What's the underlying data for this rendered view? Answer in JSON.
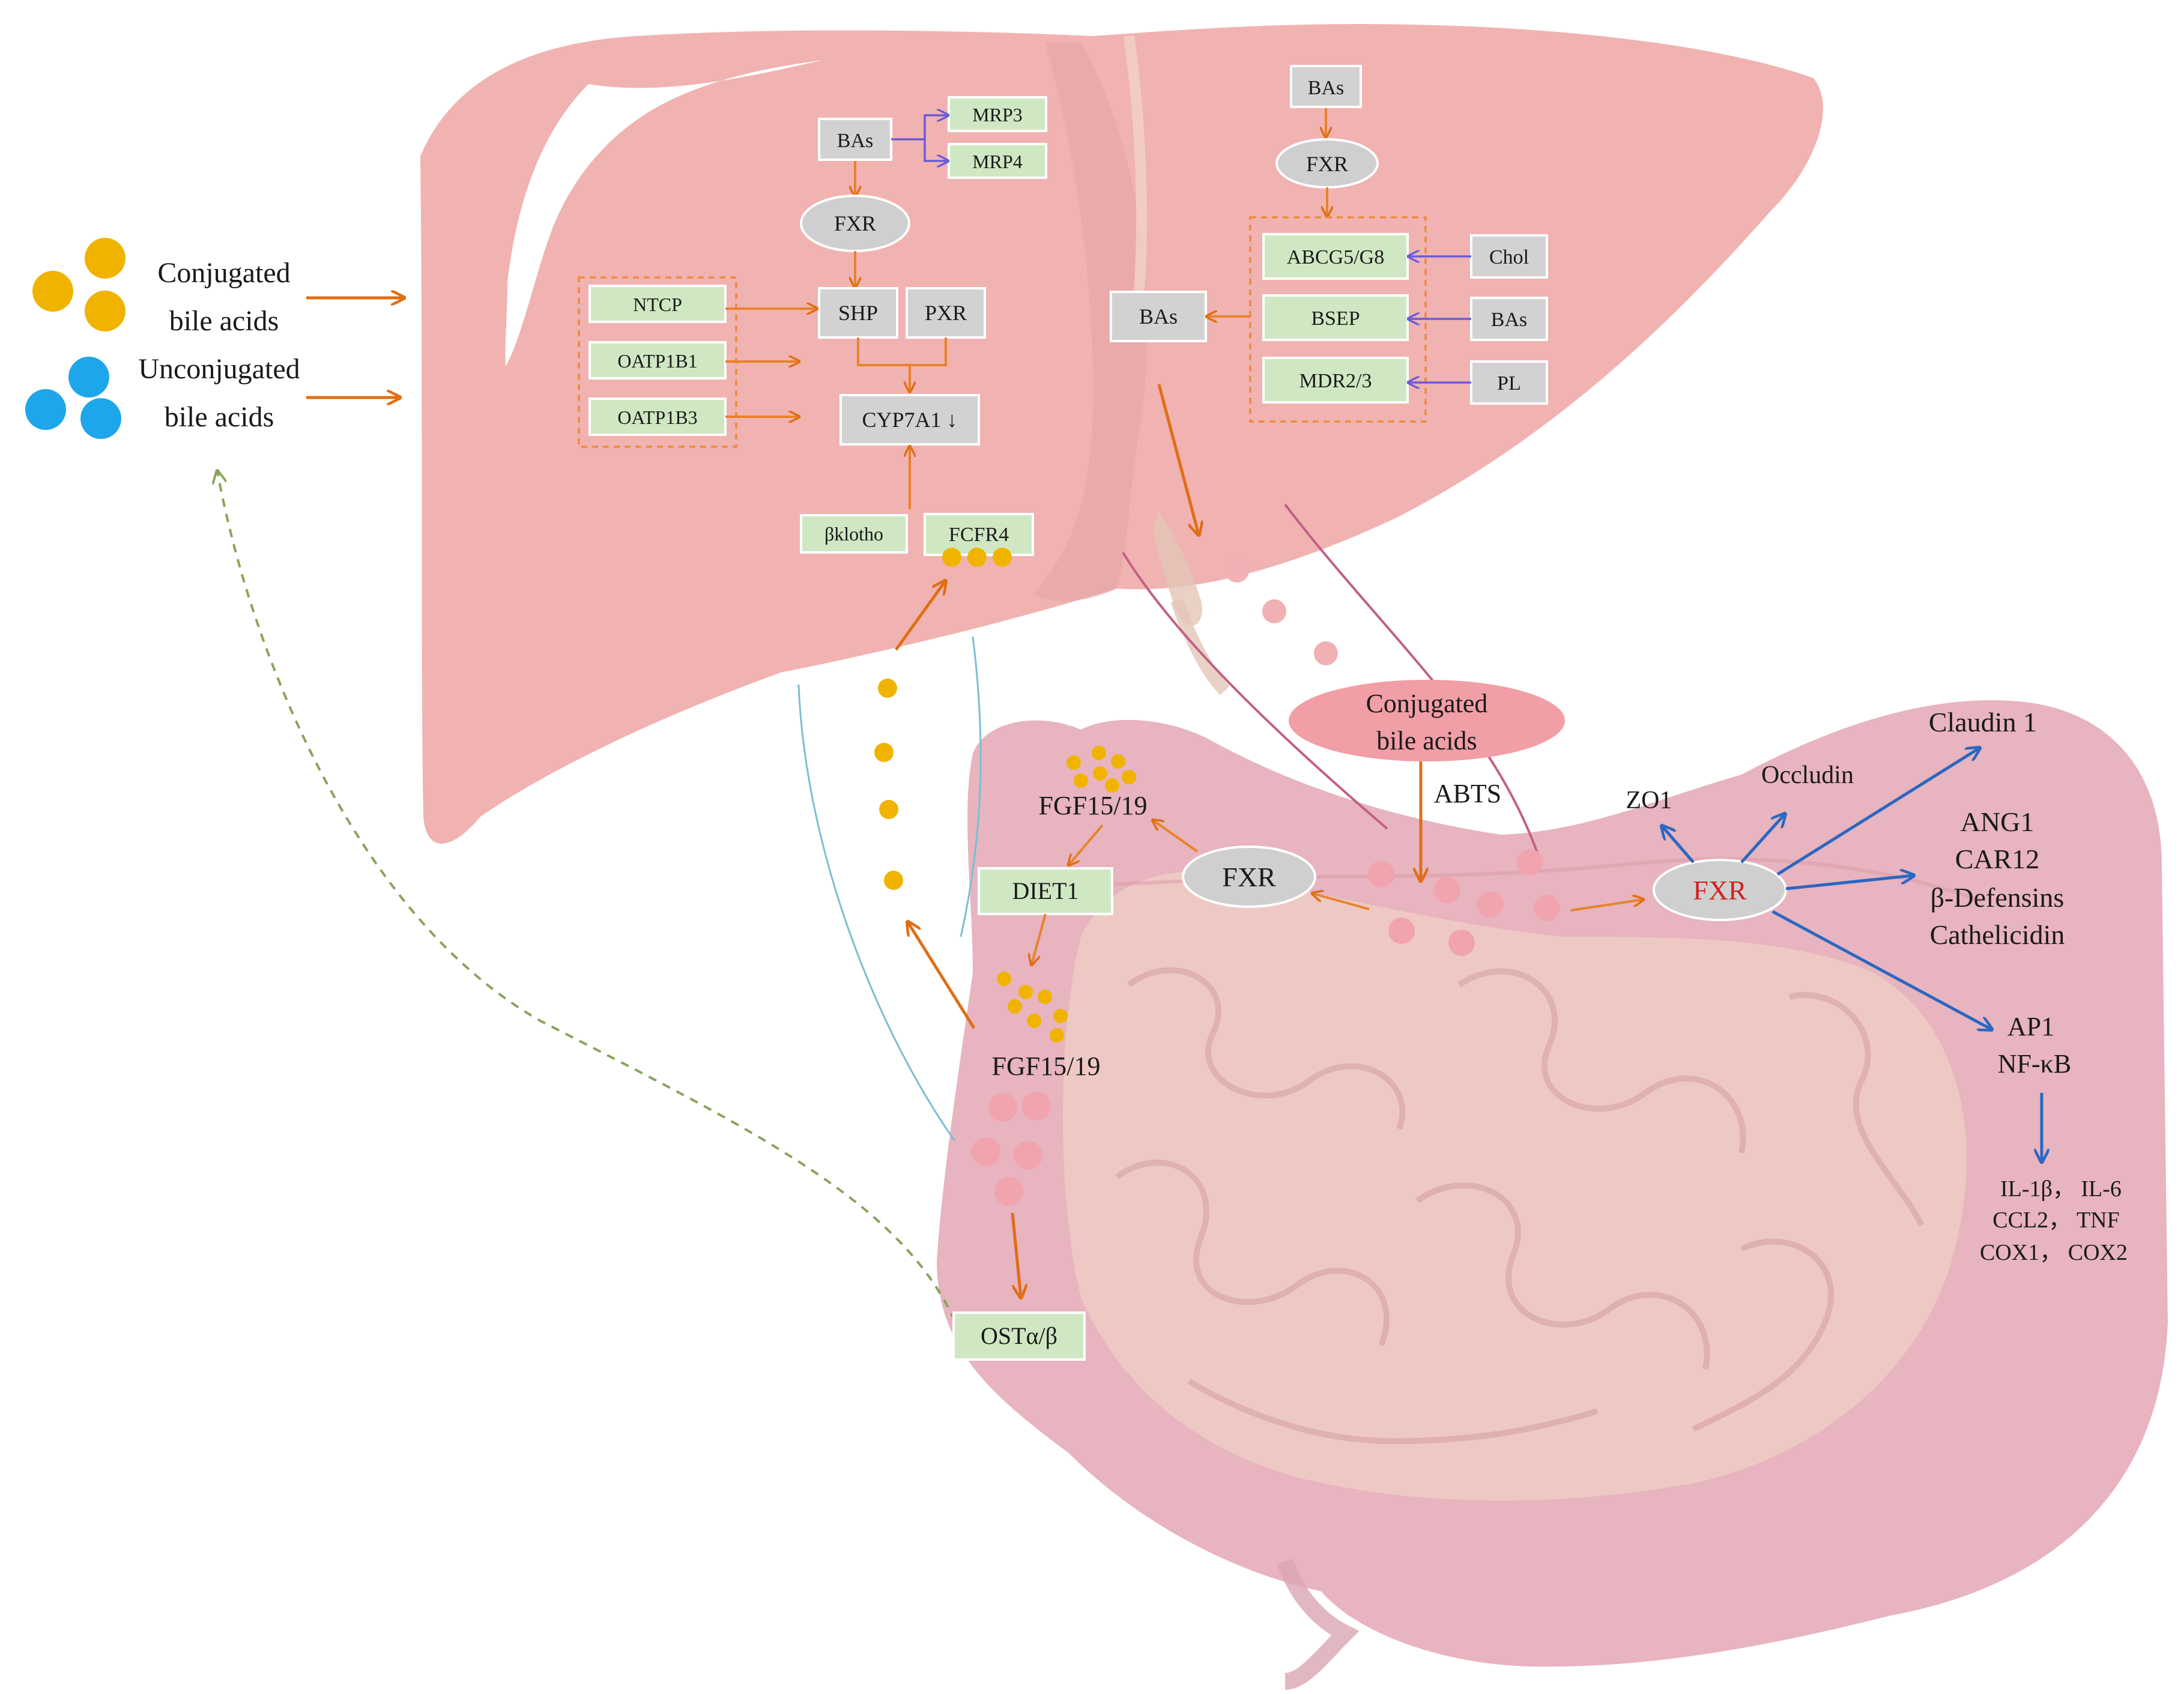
{
  "legend": {
    "conjugated_line1": "Conjugated",
    "conjugated_line2": "bile acids",
    "unconjugated_line1": "Unconjugated",
    "unconjugated_line2": "bile acids"
  },
  "liver_left": {
    "bas": "BAs",
    "mrp3": "MRP3",
    "mrp4": "MRP4",
    "fxr": "FXR",
    "ntcp": "NTCP",
    "oatp1b1": "OATP1B1",
    "oatp1b3": "OATP1B3",
    "shp": "SHP",
    "pxr": "PXR",
    "cyp7a1": "CYP7A1 ↓",
    "bklotho": "βklotho",
    "fgfr4": "FCFR4"
  },
  "liver_right": {
    "bas_top": "BAs",
    "fxr": "FXR",
    "abcg5g8": "ABCG5/G8",
    "bsep": "BSEP",
    "mdr23": "MDR2/3",
    "chol": "Chol",
    "bas_mid": "BAs",
    "pl": "PL",
    "bas_out": "BAs"
  },
  "intestine": {
    "conj_line1": "Conjugated",
    "conj_line2": "bile acids",
    "abts": "ABTS",
    "fgf_top": "FGF15/19",
    "fxr_left": "FXR",
    "diet1": "DIET1",
    "fgf_bottom": "FGF15/19",
    "ost": "OSTα/β",
    "fxr_right": "FXR",
    "zo1": "ZO1",
    "occludin": "Occludin",
    "claudin": "Claudin 1",
    "ang1": "ANG1",
    "car12": "CAR12",
    "defensins": "β-Defensins",
    "cathelicidin": "Cathelicidin",
    "ap1": "AP1",
    "nfkb": "NF-κB",
    "cytokines_line1": "IL-1β， IL-6",
    "cytokines_line2": "CCL2， TNF",
    "cytokines_line3": "COX1， COX2"
  },
  "colors": {
    "liver": "#f0b3b1",
    "intestine": "#e7b4bf",
    "green_box": "#cfe8c3",
    "grey_box": "#d2d2d2",
    "arrow_orange": "#e06e15",
    "arrow_blue": "#2a67c2",
    "arrow_purple": "#6a5cd6",
    "conjugated_dot": "#f0b400",
    "unconjugated_dot": "#1ea6ea",
    "fxr_red": "#d42020"
  }
}
